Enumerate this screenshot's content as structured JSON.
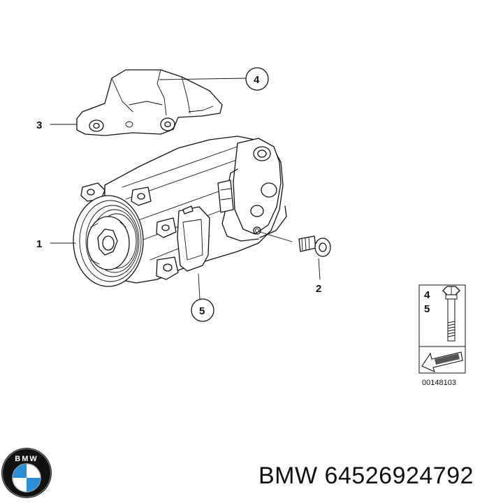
{
  "diagram": {
    "callouts": [
      {
        "id": "c1",
        "label": "1"
      },
      {
        "id": "c2",
        "label": "2"
      },
      {
        "id": "c3",
        "label": "3"
      },
      {
        "id": "c4",
        "label": "4"
      },
      {
        "id": "c5",
        "label": "5"
      }
    ],
    "legend": {
      "numbers": [
        "4",
        "5"
      ],
      "code": "00148103"
    }
  },
  "footer": {
    "brand_text": "BMW 64526924792",
    "logo": {
      "icon": "bmw-roundel-icon",
      "letters": "BMW",
      "colors": {
        "ring": "#111111",
        "blue": "#2a8fd6",
        "white": "#ffffff"
      }
    }
  }
}
